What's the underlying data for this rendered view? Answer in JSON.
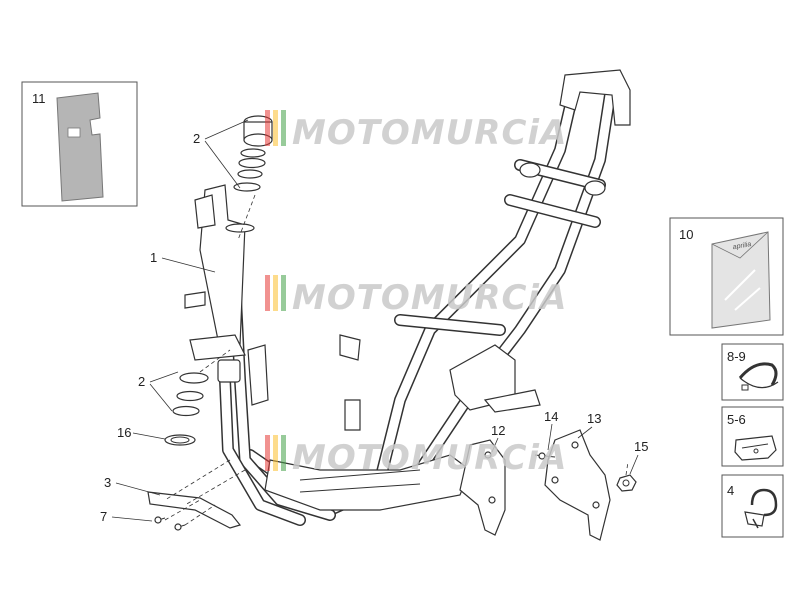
{
  "callouts": {
    "c1": "1",
    "c2_top": "2",
    "c2_mid": "2",
    "c3": "3",
    "c7": "7",
    "c12": "12",
    "c13": "13",
    "c14": "14",
    "c15": "15",
    "c16": "16"
  },
  "insets": {
    "box11": "11",
    "box10": "10",
    "box89": "8-9",
    "box56": "5-6",
    "box4": "4"
  },
  "watermark": {
    "text": "MOTOMURCiA",
    "colors": [
      "#e53935",
      "#fbc02d",
      "#43a047"
    ]
  },
  "pouch_logo": "aprilia"
}
